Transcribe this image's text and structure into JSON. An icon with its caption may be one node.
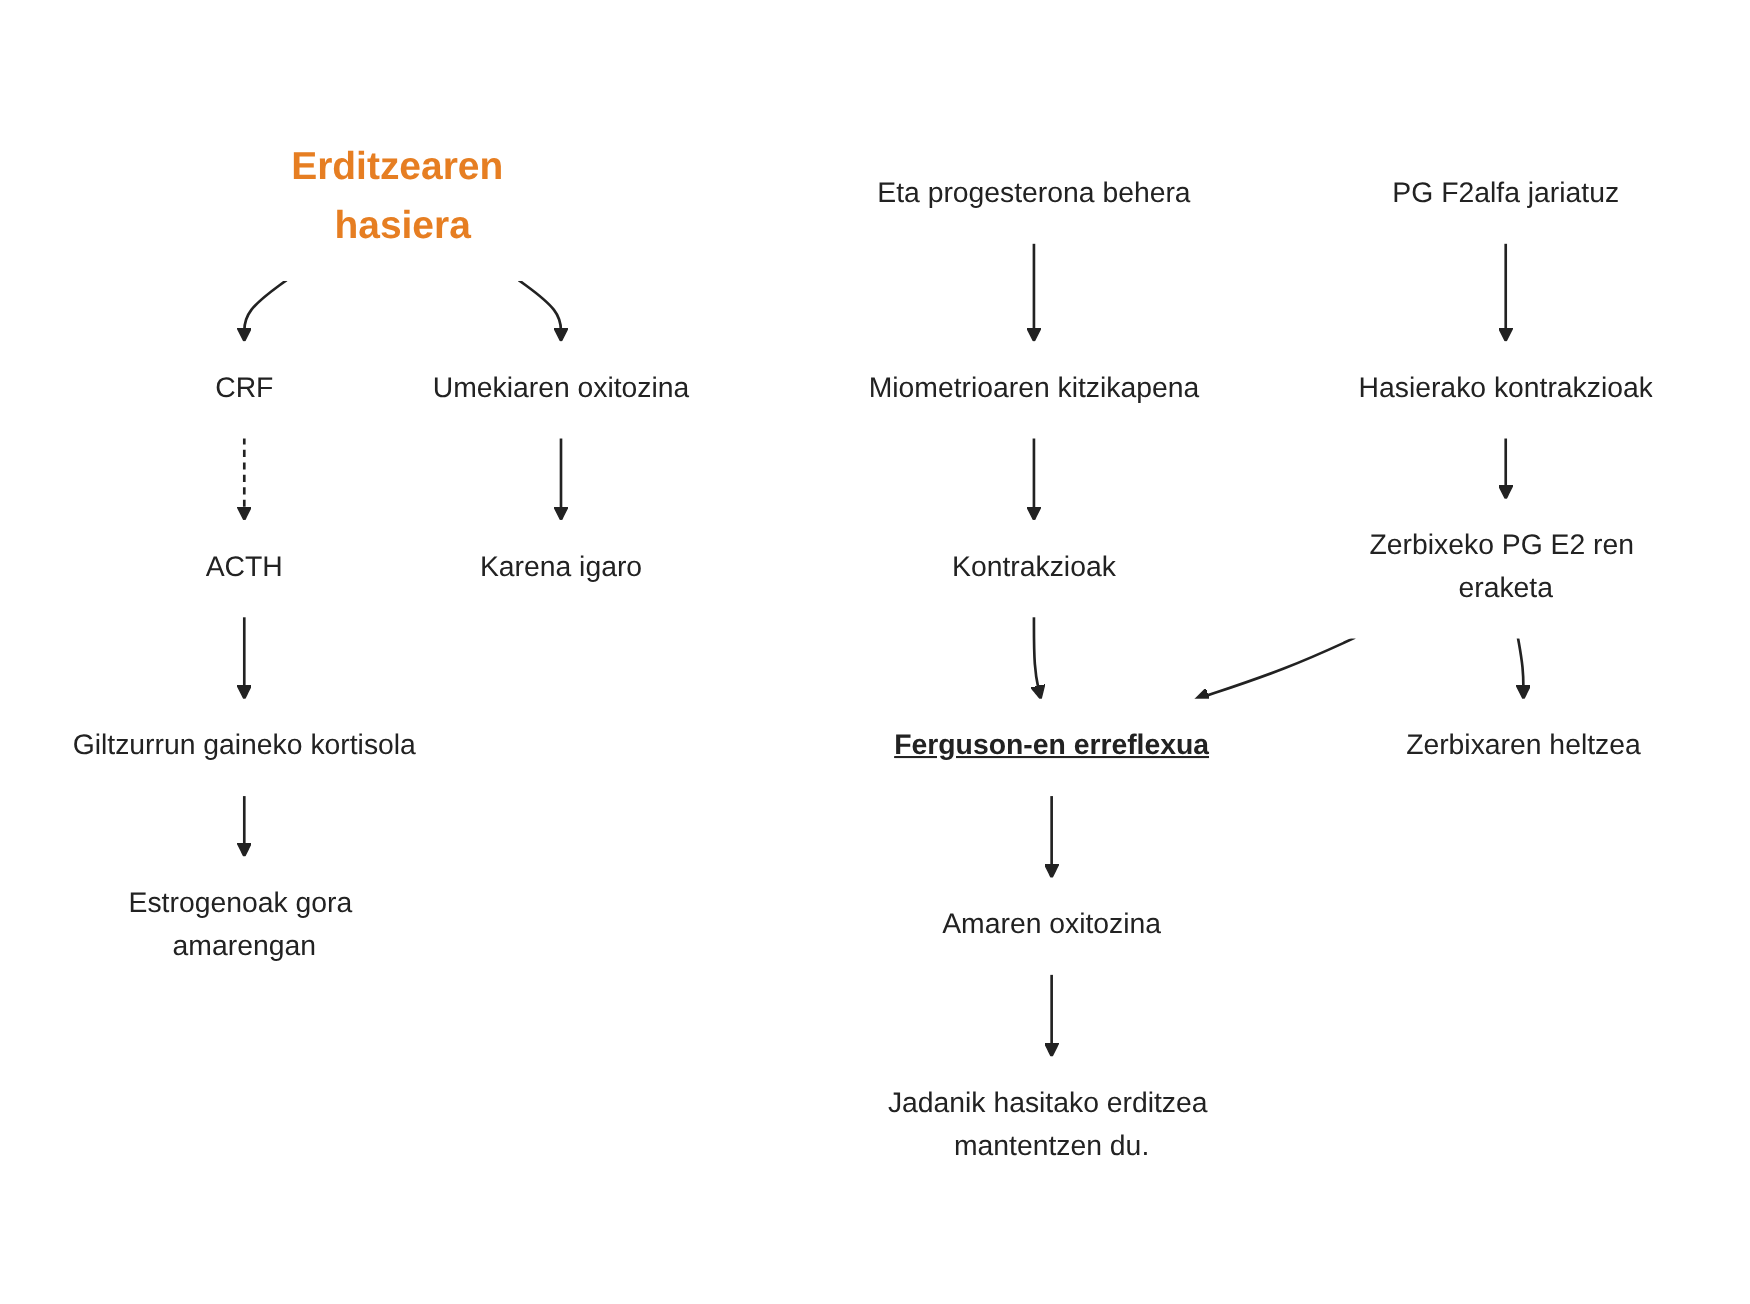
{
  "diagram": {
    "nodes": [
      {
        "text": [
          "Erditzearen hasiera"
        ]
      },
      {
        "text": [
          "Umekiaren oxitozina"
        ]
      },
      {
        "text": [
          "CRF"
        ]
      },
      {
        "text": [
          "ACTH"
        ]
      },
      {
        "text": [
          "Karena igaro"
        ]
      },
      {
        "text": [
          "PG F2alfa jariatuz"
        ]
      },
      {
        "text": [
          "Giltzurrun gaineko kortisola"
        ]
      },
      {
        "text": [
          "Estrogenoak gora amarengan"
        ]
      },
      {
        "text": [
          "Eta progesterona behera"
        ]
      },
      {
        "text": [
          "Hasierako kontrakzioak"
        ]
      },
      {
        "text": [
          "Miometrioaren kitzikapena"
        ]
      },
      {
        "text": [
          "Zerbixeko PG E2 ren eraketa"
        ]
      },
      {
        "text": [
          "Kontrakzioak"
        ]
      },
      {
        "text": [
          "Ferguson-en erreflexua"
        ]
      },
      {
        "text": [
          "Zerbixaren heltzea"
        ]
      },
      {
        "text": [
          "Amaren oxitozina"
        ]
      },
      {
        "text": [
          "Jadanik hasitako erditzea mantentzen du."
        ]
      }
    ],
    "edges": [
      {
        "from": 0,
        "to": 1,
        "arrow": "to"
      },
      {
        "from": 0,
        "to": 2,
        "arrow": "to"
      },
      {
        "from": 2,
        "to": 3,
        "arrow": "to",
        "style": "dashed"
      },
      {
        "from": 1,
        "to": 4,
        "arrow": "to"
      },
      {
        "from": 5,
        "to": 9,
        "arrow": "to"
      },
      {
        "from": 3,
        "to": 6,
        "arrow": "to"
      },
      {
        "from": 6,
        "to": 7,
        "arrow": "to"
      },
      {
        "from": 8,
        "to": 10,
        "arrow": "to"
      },
      {
        "from": 9,
        "to": 11,
        "arrow": "to"
      },
      {
        "from": 10,
        "to": 12,
        "arrow": "to"
      },
      {
        "from": 11,
        "to": 13,
        "arrow": "to"
      },
      {
        "from": 12,
        "to": 13,
        "arrow": "to"
      },
      {
        "from": 11,
        "to": 14,
        "arrow": "to"
      },
      {
        "from": 13,
        "to": 15,
        "arrow": "to"
      },
      {
        "from": 15,
        "to": 16,
        "arrow": "to"
      }
    ]
  }
}
